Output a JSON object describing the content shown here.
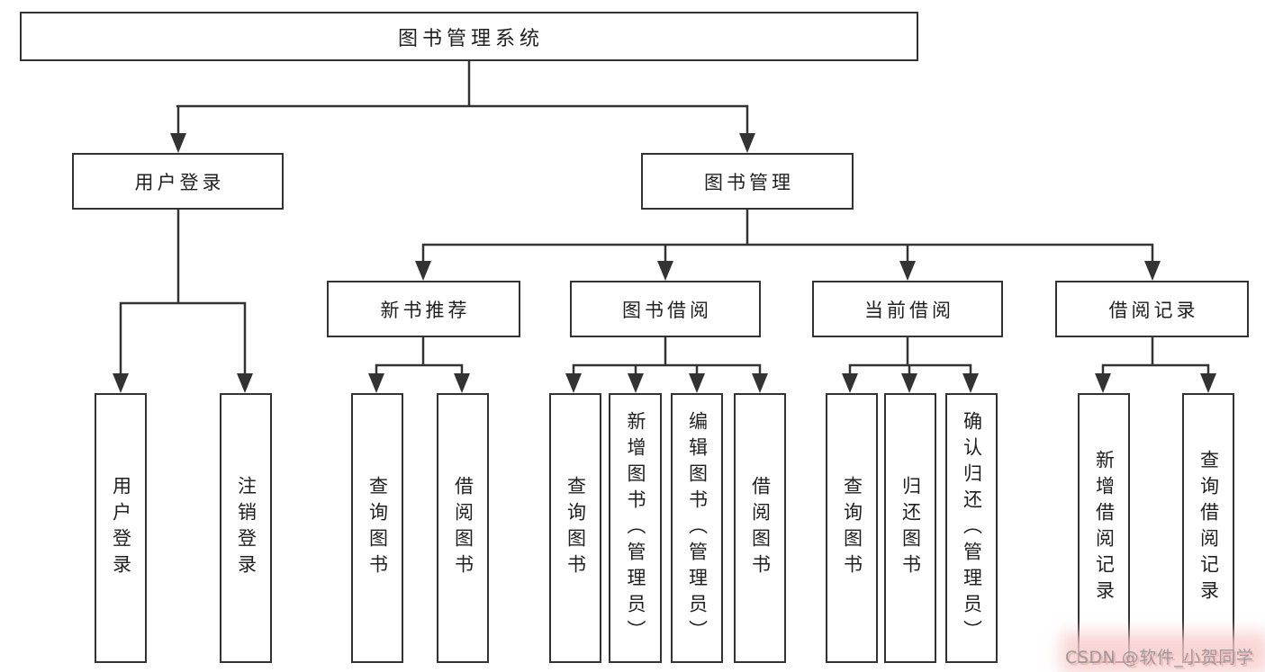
{
  "diagram": {
    "root": {
      "label": "图书管理系统"
    },
    "level2": [
      {
        "label": "用户登录"
      },
      {
        "label": "图书管理"
      }
    ],
    "level3": [
      {
        "label": "新书推荐"
      },
      {
        "label": "图书借阅"
      },
      {
        "label": "当前借阅"
      },
      {
        "label": "借阅记录"
      }
    ],
    "leaves": [
      {
        "label": "用户登录"
      },
      {
        "label": "注销登录"
      },
      {
        "label": "查询图书"
      },
      {
        "label": "借阅图书"
      },
      {
        "label": "查询图书"
      },
      {
        "label": "新增图书（管理员）"
      },
      {
        "label": "编辑图书（管理员）"
      },
      {
        "label": "借阅图书"
      },
      {
        "label": "查询图书"
      },
      {
        "label": "归还图书"
      },
      {
        "label": "确认归还（管理员）"
      },
      {
        "label": "新增借阅记录"
      },
      {
        "label": "查询借阅记录"
      }
    ]
  },
  "watermark": {
    "text": "CSDN @软件_小贺同学"
  },
  "colors": {
    "line": "#333333",
    "node_border": "#333333",
    "text": "#1f1f1f",
    "background": "#ffffff",
    "watermark_text": "#9a9a9a",
    "watermark_shadow": "#f0b6b6",
    "watermark_halo": "#f7caca"
  }
}
